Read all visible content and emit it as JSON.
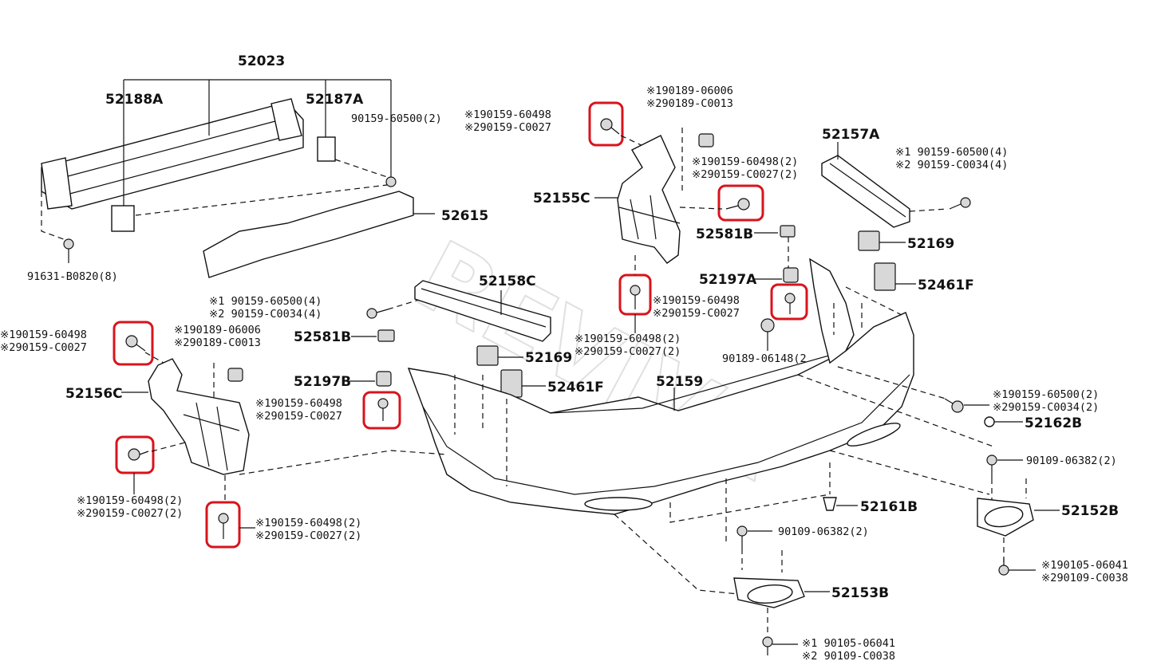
{
  "colors": {
    "highlight": "#d8141c",
    "ink": "#111111"
  },
  "watermark": "REVIVA",
  "parts": {
    "p52023": "52023",
    "p52188A": "52188A",
    "p52187A": "52187A",
    "p90159_60500_2": "90159-60500(2)",
    "p52615": "52615",
    "p91631": "91631-B0820(8)",
    "p52155C": "52155C",
    "p52157A": "52157A",
    "p52581B_r": "52581B",
    "p52169_r": "52169",
    "p52197A": "52197A",
    "p52461F_r": "52461F",
    "p52158C": "52158C",
    "p52581B_l": "52581B",
    "p52169_l": "52169",
    "p52197B": "52197B",
    "p52461F_l": "52461F",
    "p52159": "52159",
    "p52156C": "52156C",
    "p52162B": "52162B",
    "p90109_06382_r": "90109-06382(2)",
    "p52152B": "52152B",
    "p52161B": "52161B",
    "p90109_06382_c": "90109-06382(2)",
    "p52153B": "52153B",
    "p90189_06148": "90189-06148(2"
  },
  "notes": {
    "n_top_a1": "※190189-06006",
    "n_top_a2": "※290189-C0013",
    "n_top_b1": "※190159-60498",
    "n_top_b2": "※290159-C0027",
    "n_mid_c1": "※190159-60498(2)",
    "n_mid_c2": "※290159-C0027(2)",
    "n_r_d1": "※1 90159-60500(4)",
    "n_r_d2": "※2 90159-C0034(4)",
    "n_c_e1": "※190159-60498",
    "n_c_e2": "※290159-C0027",
    "n_c_f1": "※190159-60498(2)",
    "n_c_f2": "※290159-C0027(2)",
    "n_l_g1": "※1 90159-60500(4)",
    "n_l_g2": "※2 90159-C0034(4)",
    "n_l_h1": "※190159-60498",
    "n_l_h2": "※290159-C0027",
    "n_l_i1": "※190189-06006",
    "n_l_i2": "※290189-C0013",
    "n_c_j1": "※190159-60498",
    "n_c_j2": "※290159-C0027",
    "n_l_k1": "※190159-60498(2)",
    "n_l_k2": "※290159-C0027(2)",
    "n_l_m1": "※190159-60498(2)",
    "n_l_m2": "※290159-C0027(2)",
    "n_r_n1": "※190159-60500(2)",
    "n_r_n2": "※290159-C0034(2)",
    "n_r_o1": "※190105-06041",
    "n_r_o2": "※290109-C0038",
    "n_b_p1": "※1 90105-06041",
    "n_b_p2": "※2 90109-C0038"
  }
}
